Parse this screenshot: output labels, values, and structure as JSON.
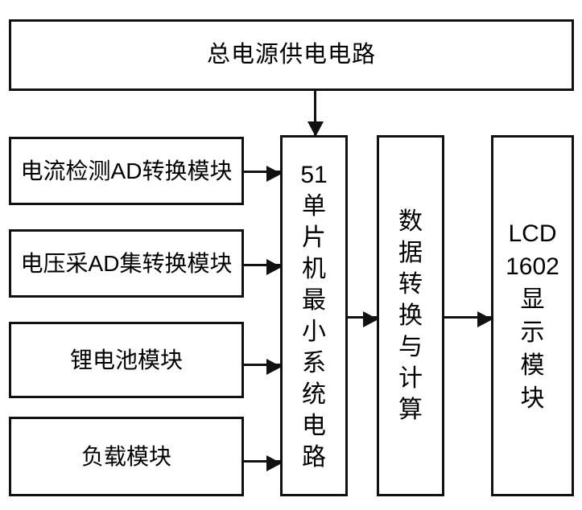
{
  "diagram": {
    "title": "总电源供电电路",
    "nodes": {
      "power_supply": {
        "label": "总电源供电电路"
      },
      "current_ad": {
        "label": "电流检测AD转换模块"
      },
      "voltage_ad": {
        "label": "电压采AD集转换模块"
      },
      "battery": {
        "label": "锂电池模块"
      },
      "load": {
        "label": "负载模块"
      },
      "mcu": {
        "label": "51\n单\n片\n机\n最\n小\n系\n统\n电\n路"
      },
      "calc": {
        "label": "数\n据\n转\n换\n与\n计\n算"
      },
      "lcd": {
        "label": "LCD\n1602\n显\n示\n模\n块"
      }
    },
    "connections": [
      {
        "from": "power_supply",
        "to": "mcu",
        "orientation": "vertical"
      },
      {
        "from": "current_ad",
        "to": "mcu",
        "orientation": "horizontal"
      },
      {
        "from": "voltage_ad",
        "to": "mcu",
        "orientation": "horizontal"
      },
      {
        "from": "battery",
        "to": "mcu",
        "orientation": "horizontal"
      },
      {
        "from": "load",
        "to": "mcu",
        "orientation": "horizontal"
      },
      {
        "from": "mcu",
        "to": "calc",
        "orientation": "horizontal"
      },
      {
        "from": "calc",
        "to": "lcd",
        "orientation": "horizontal"
      }
    ],
    "colors": {
      "stroke": "#111111",
      "fill": "#ffffff",
      "text": "#000000"
    }
  }
}
